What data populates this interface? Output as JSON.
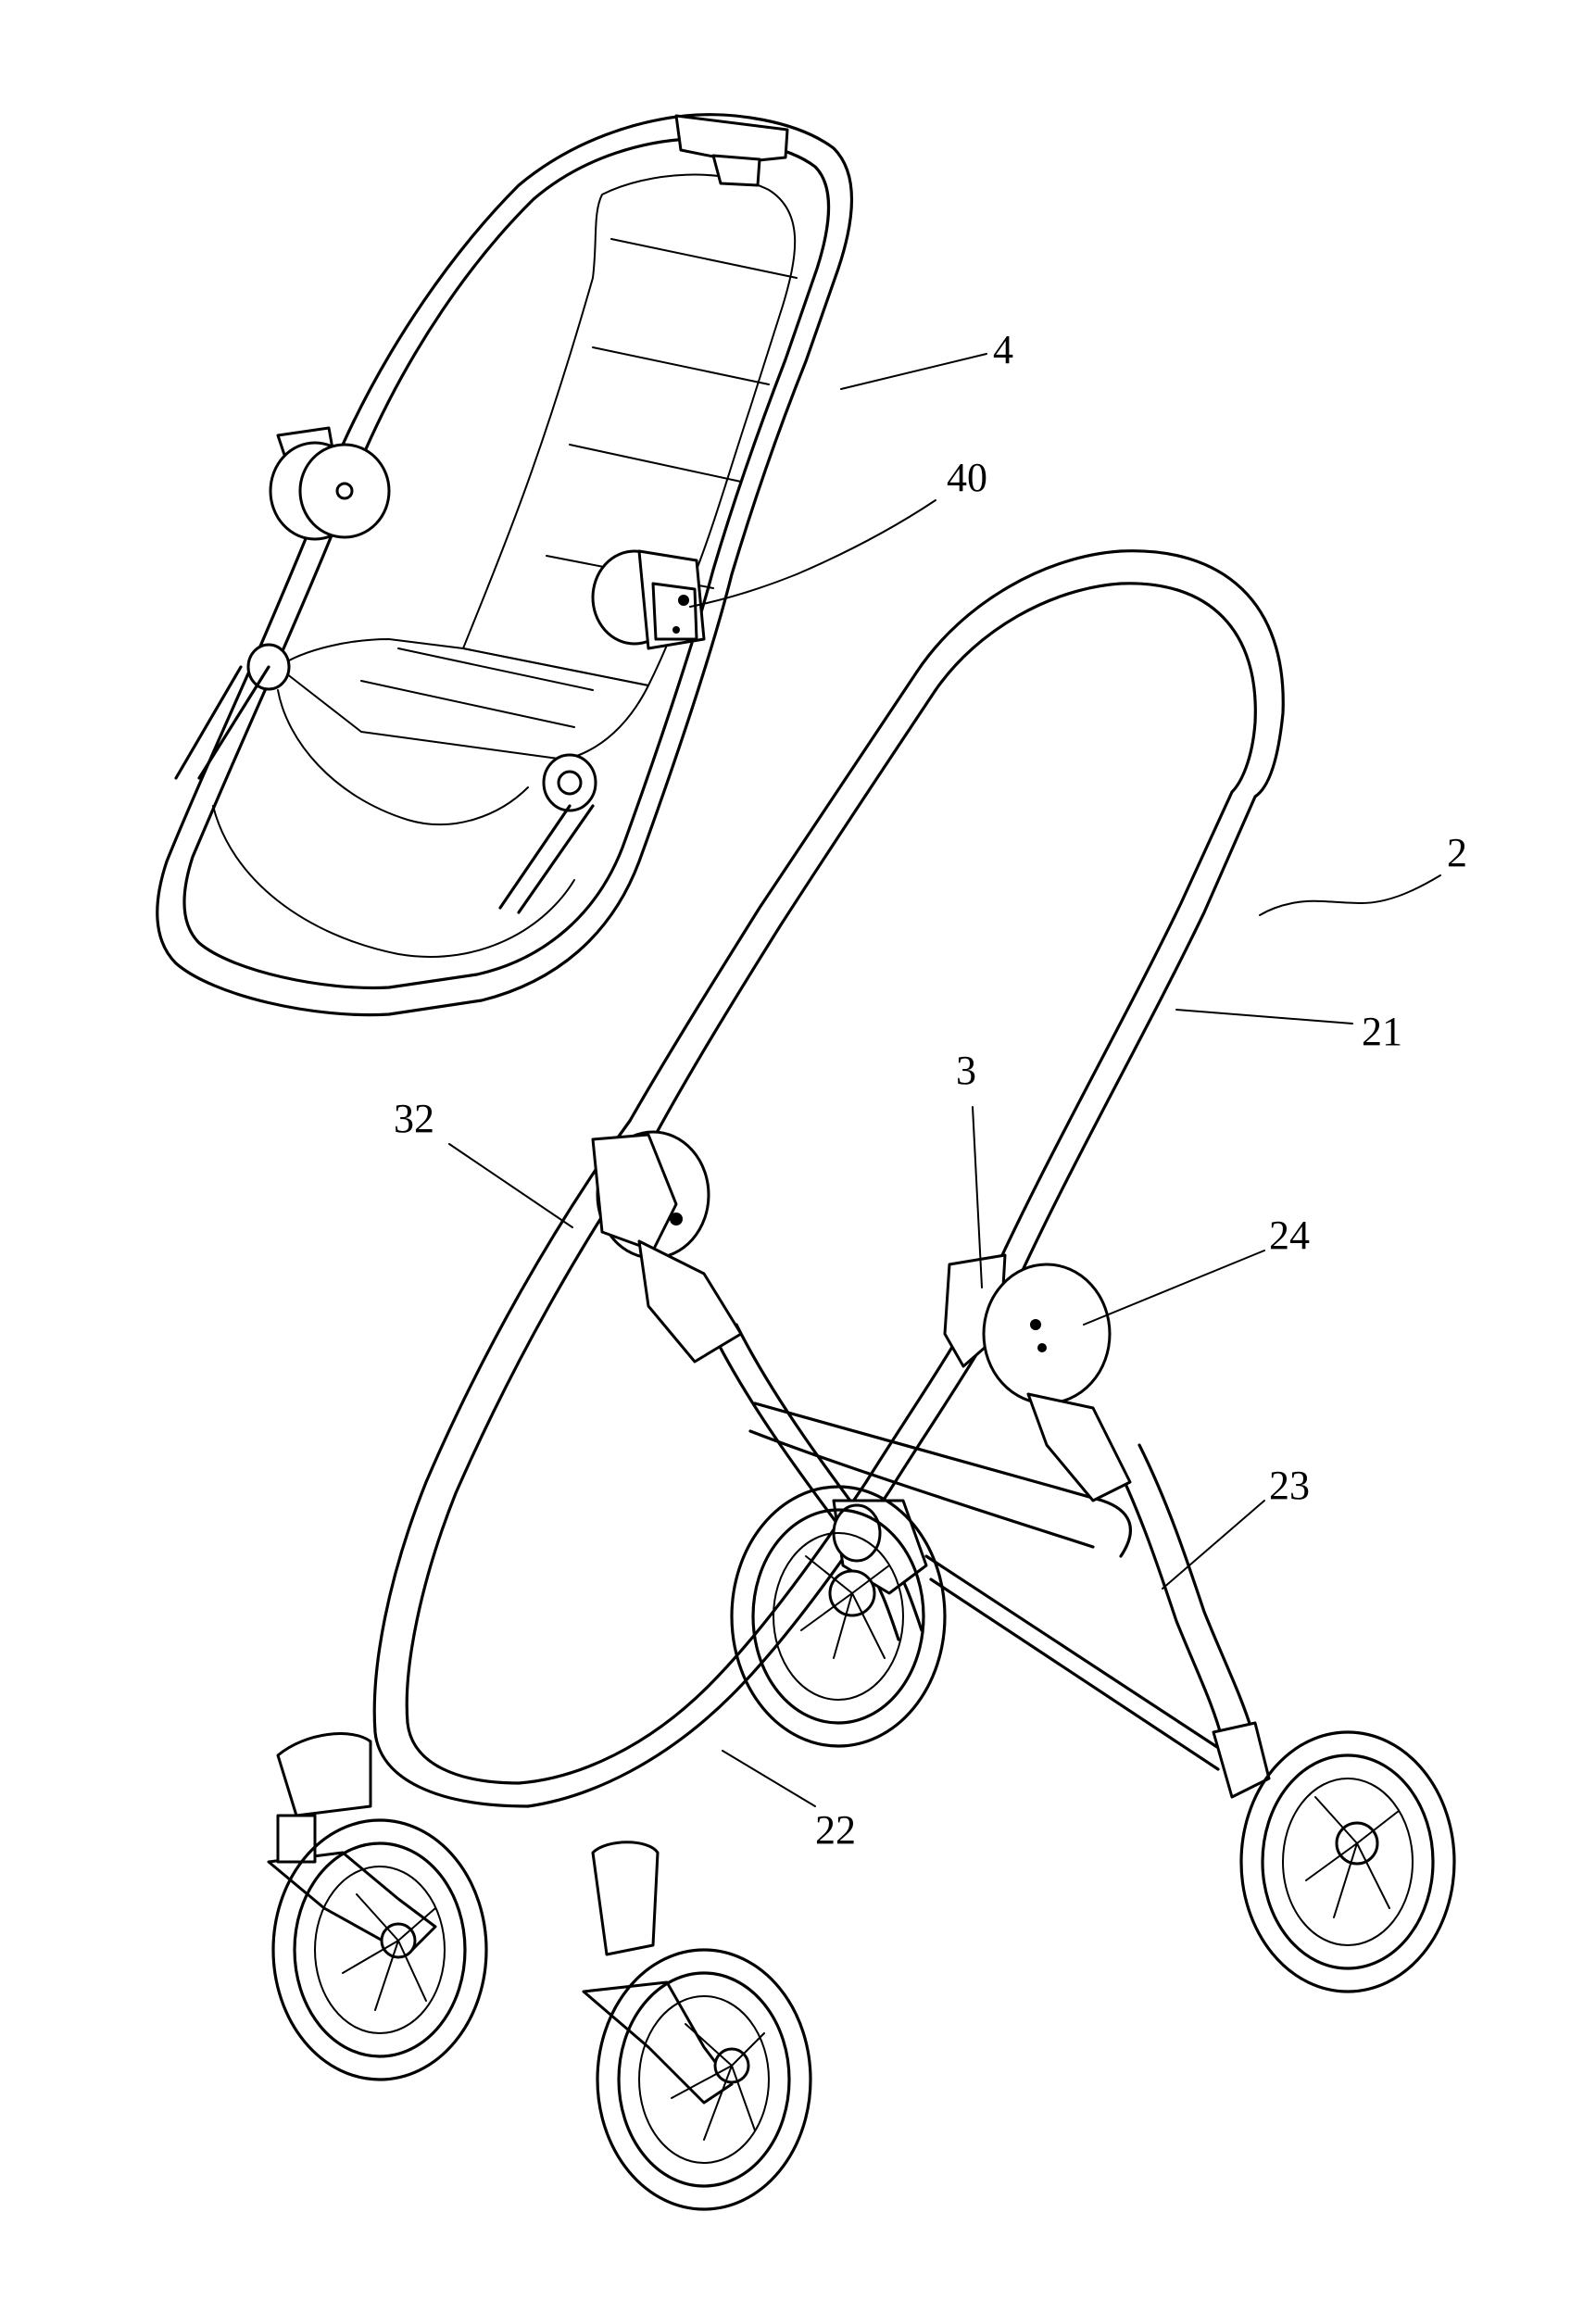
{
  "figure": {
    "labels": {
      "seat": "4",
      "seat_connector": "40",
      "frame": "2",
      "handle_tube": "21",
      "front_leg": "22",
      "rear_leg": "23",
      "hinge_joint": "24",
      "lock_device": "3",
      "lock_device_left": "32"
    }
  }
}
